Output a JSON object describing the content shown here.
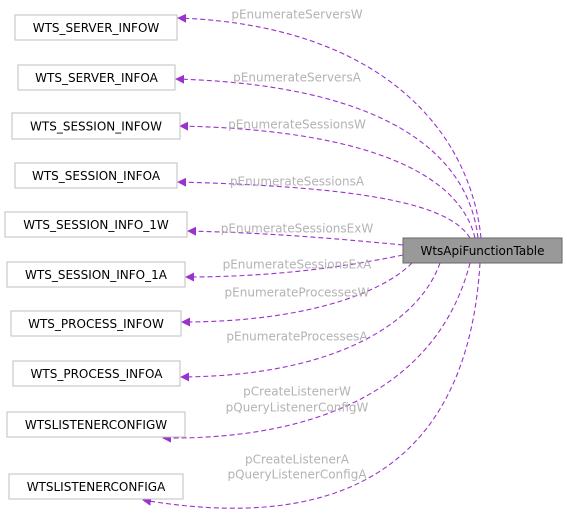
{
  "main_node": {
    "label": "WtsApiFunctionTable"
  },
  "nodes": [
    {
      "label": "WTS_SERVER_INFOW"
    },
    {
      "label": "WTS_SERVER_INFOA"
    },
    {
      "label": "WTS_SESSION_INFOW"
    },
    {
      "label": "WTS_SESSION_INFOA"
    },
    {
      "label": "WTS_SESSION_INFO_1W"
    },
    {
      "label": "WTS_SESSION_INFO_1A"
    },
    {
      "label": "WTS_PROCESS_INFOW"
    },
    {
      "label": "WTS_PROCESS_INFOA"
    },
    {
      "label": "WTSLISTENERCONFIGW"
    },
    {
      "label": "WTSLISTENERCONFIGA"
    }
  ],
  "edges": [
    {
      "labels": [
        "pEnumerateServersW"
      ]
    },
    {
      "labels": [
        "pEnumerateServersA"
      ]
    },
    {
      "labels": [
        "pEnumerateSessionsW"
      ]
    },
    {
      "labels": [
        "pEnumerateSessionsA"
      ]
    },
    {
      "labels": [
        "pEnumerateSessionsExW"
      ]
    },
    {
      "labels": [
        "pEnumerateSessionsExA"
      ]
    },
    {
      "labels": [
        "pEnumerateProcessesW"
      ]
    },
    {
      "labels": [
        "pEnumerateProcessesA"
      ]
    },
    {
      "labels": [
        "pCreateListenerW",
        "pQueryListenerConfigW"
      ]
    },
    {
      "labels": [
        "pCreateListenerA",
        "pQueryListenerConfigA"
      ]
    }
  ],
  "colors": {
    "edge": "#9a32cd",
    "edge_label": "#b3b3b3",
    "node_border": "#bfbfbf",
    "main_node_fill": "#999999"
  }
}
